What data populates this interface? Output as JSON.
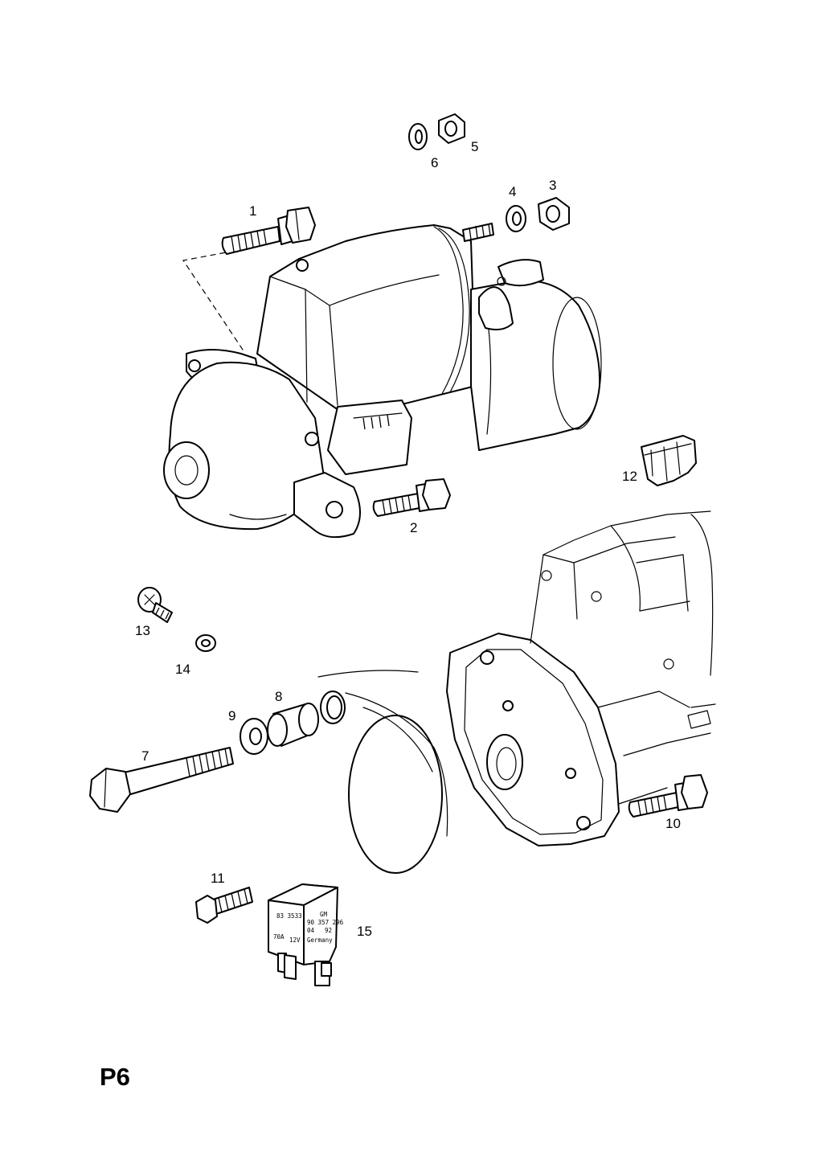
{
  "page_code": "P6",
  "callouts": [
    "1",
    "2",
    "3",
    "4",
    "5",
    "6",
    "7",
    "8",
    "9",
    "10",
    "11",
    "12",
    "13",
    "14",
    "15"
  ],
  "relay_text": {
    "line1": "83 3533",
    "line1b": "GM",
    "line2": "90 357 296",
    "line3": "04",
    "line3b": "92",
    "line4": "70A",
    "line4b": "12V",
    "line5": "Germany"
  }
}
